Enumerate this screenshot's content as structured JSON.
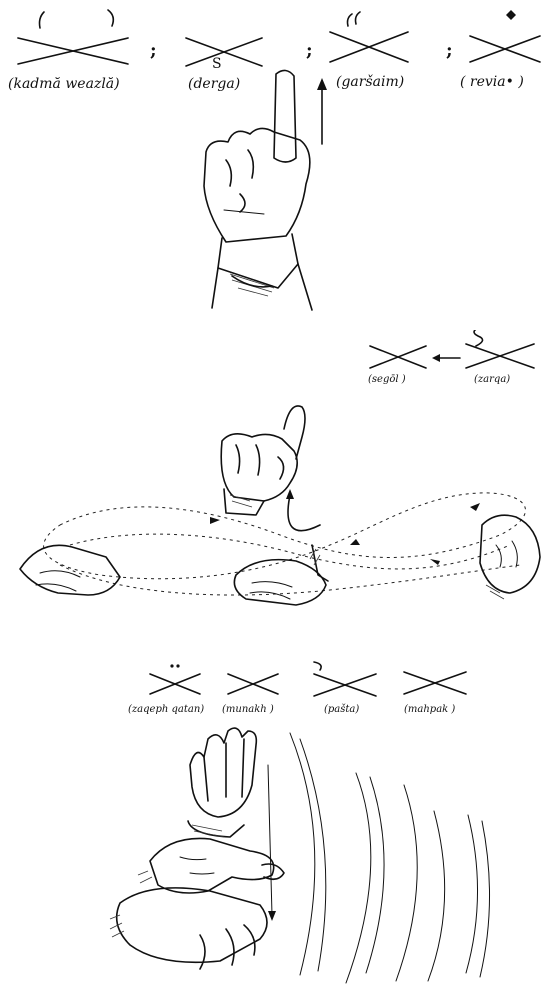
{
  "row1": {
    "marks": [
      {
        "label": "(kadmă weazlă)"
      },
      {
        "label": "(derga)",
        "accent": "S"
      },
      {
        "label": "(garšaim)"
      },
      {
        "label": "( revia• )"
      }
    ],
    "separator": ";"
  },
  "row2": {
    "marks": [
      {
        "label": "(segōl )"
      },
      {
        "label": "(zarqa)"
      }
    ]
  },
  "row3": {
    "marks": [
      {
        "label": "(zaqeph qatan)"
      },
      {
        "label": "(munakh )"
      },
      {
        "label": "(pašta)"
      },
      {
        "label": "(mahpak )"
      }
    ]
  }
}
